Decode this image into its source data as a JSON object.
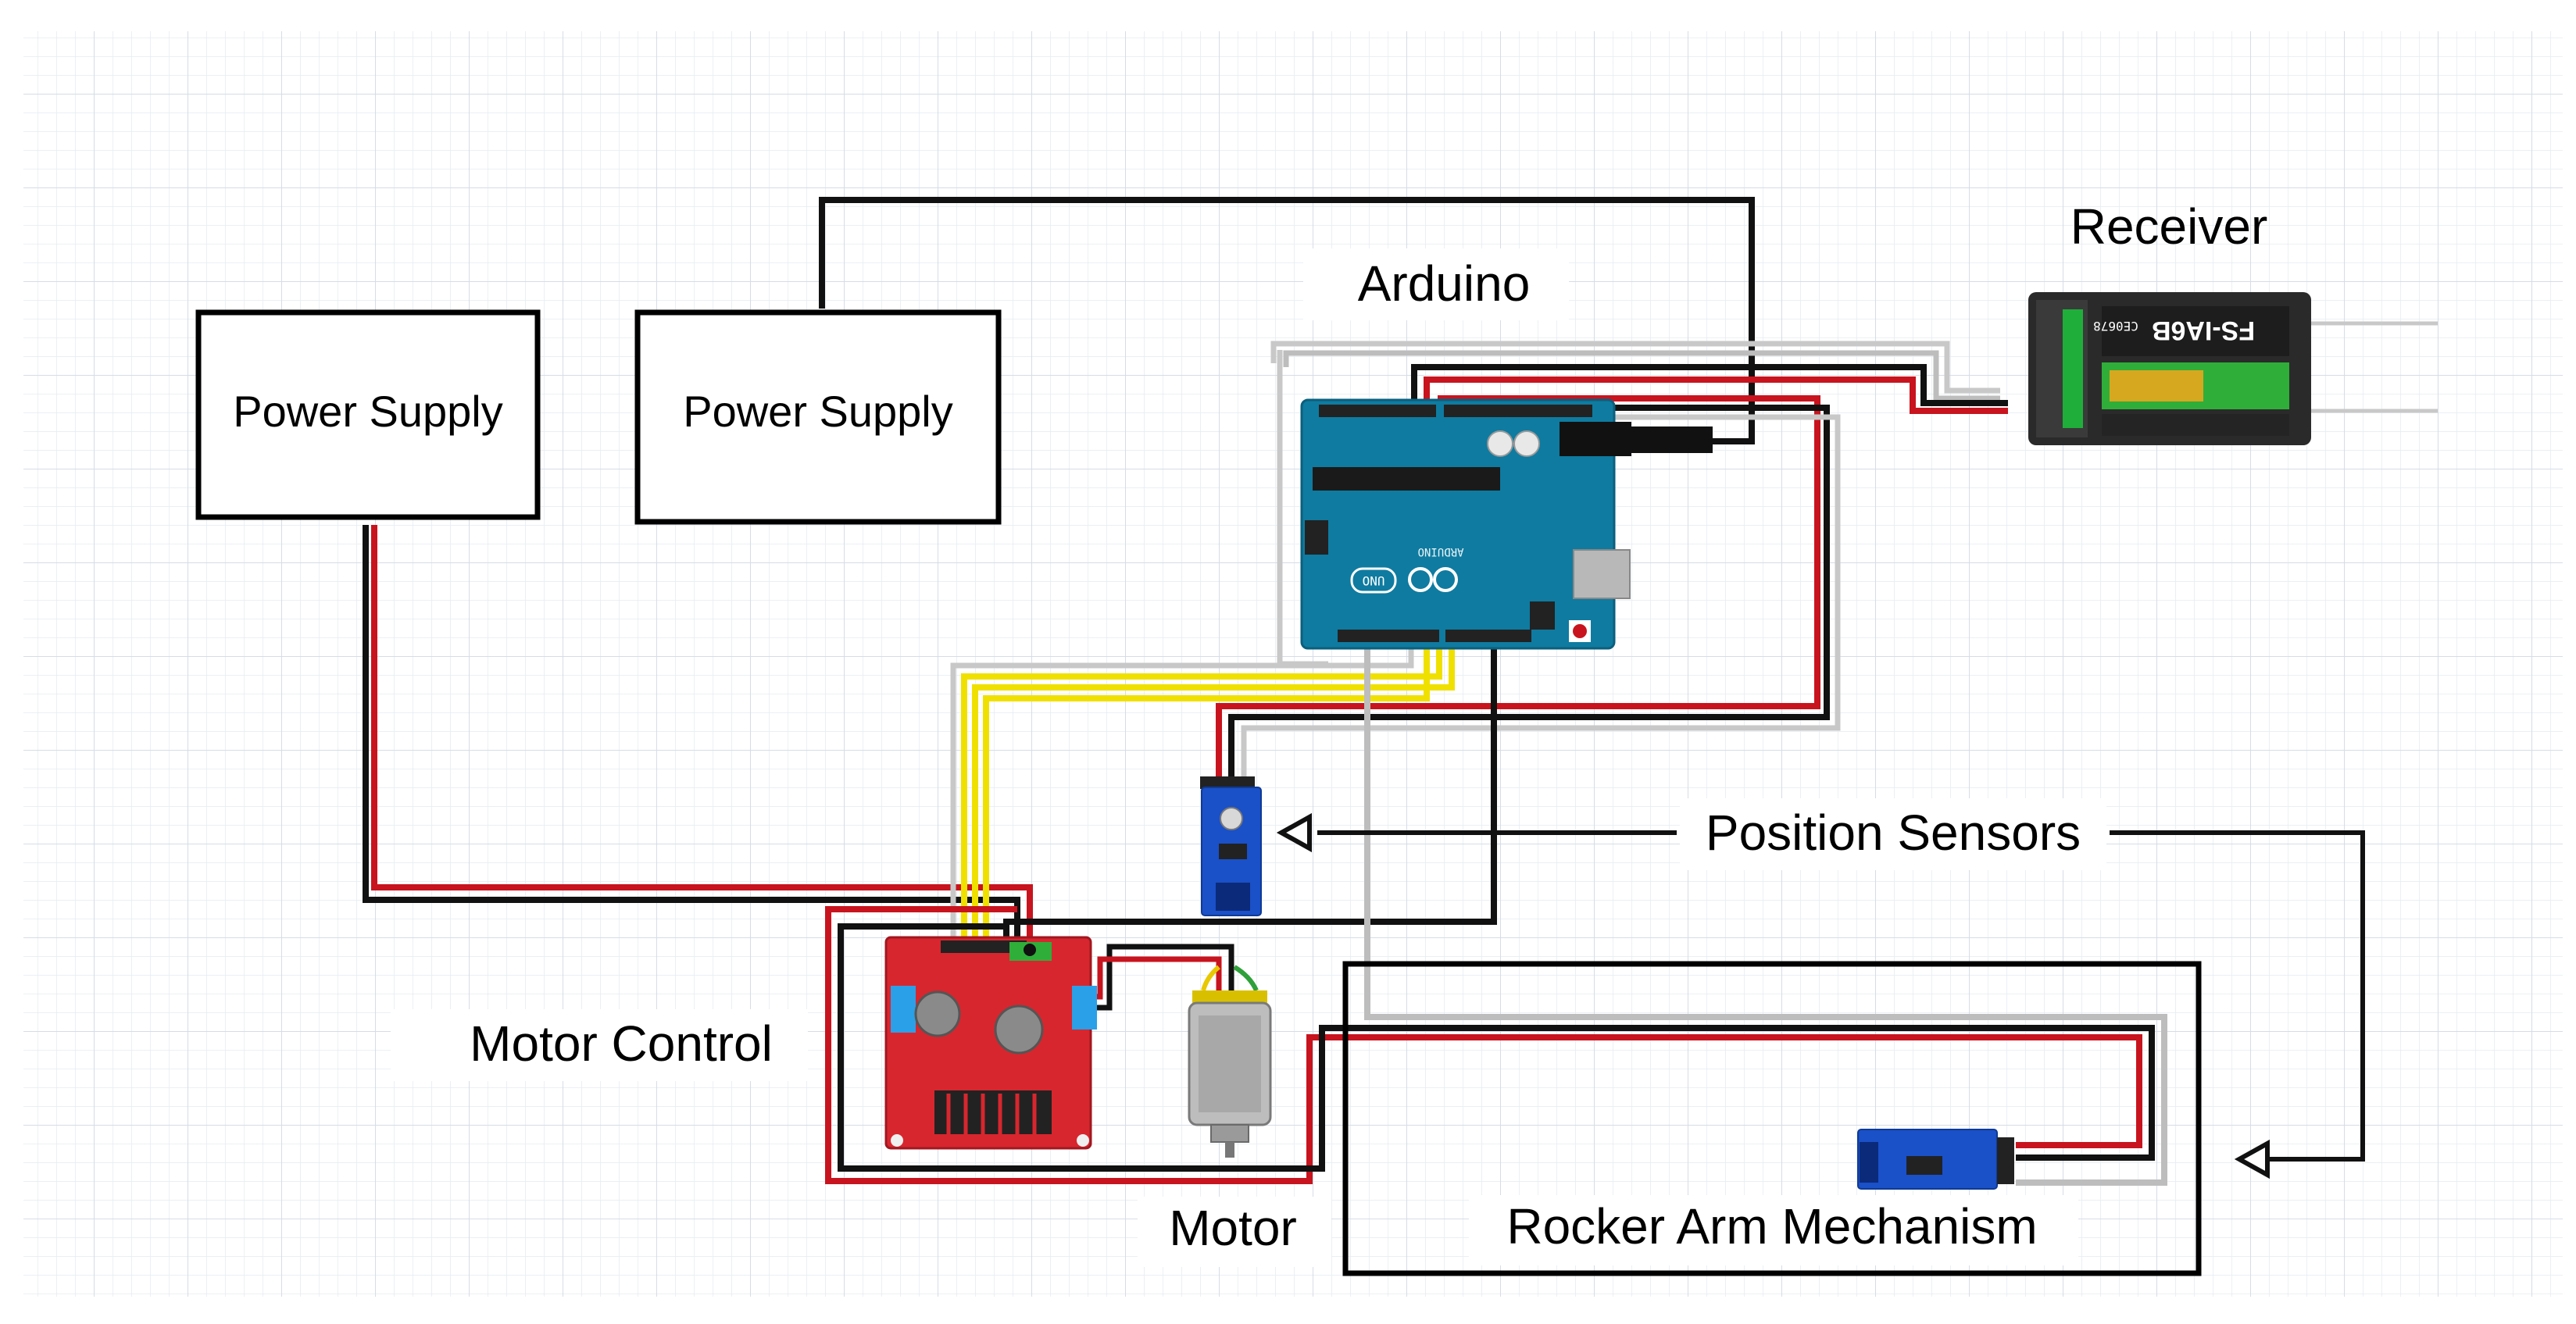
{
  "labels": {
    "power_supply_1": "Power Supply",
    "power_supply_2": "Power Supply",
    "arduino": "Arduino",
    "receiver": "Receiver",
    "position_sensors": "Position Sensors",
    "motor_control": "Motor Control",
    "motor": "Motor",
    "rocker_arm": "Rocker Arm Mechanism"
  },
  "board": {
    "uno_text": "UNO",
    "arduino_text": "ARDUINO"
  },
  "receiver_device": {
    "model": "FS-IA6B",
    "marking": "CE0678"
  },
  "colors": {
    "wire_red": "#c8141e",
    "wire_black": "#111111",
    "wire_white": "#c8c8c8",
    "wire_yellow": "#f0e000",
    "arduino_board": "#0f7ba0",
    "driver_board": "#d8262e",
    "sensor_board": "#1a50c8",
    "grid": "#e3e8ef"
  }
}
